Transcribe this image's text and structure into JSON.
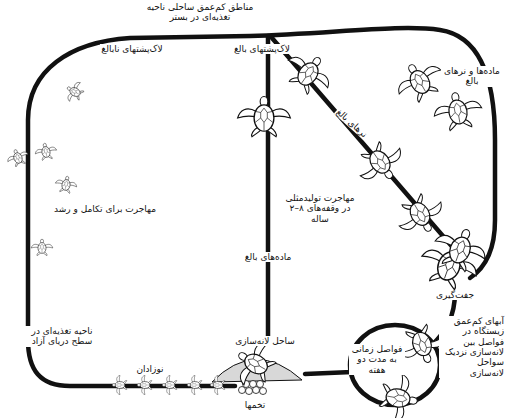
{
  "diagram": {
    "labels": [
      "مناطق کم‌عمق ساحلی ناحیه تغذیه‌ای در بستر",
      "لاک‌پشتهای نابالغ",
      "لاک‌پشتهای بالغ",
      "ماده‌ها و نرهای بالغ",
      "نرهای بالغ",
      "مهاجرت تولیدمثلی در وقفه‌های ۸–۲ ساله",
      "ماده‌های بالغ",
      "مهاجرت برای تکامل و رشد",
      "جفت‌گیری",
      "آبهای کم‌عمق زیستگاه در فواصل بین لانه‌سازی نزدیک سواحل لانه‌سازی",
      "فواصل زمانی به مدت دو هفته",
      "ساحل لانه‌سازی",
      "ناحیه تغذیه‌ای در سطح دریای آزاد",
      "نوزادان",
      "تخمها"
    ]
  }
}
